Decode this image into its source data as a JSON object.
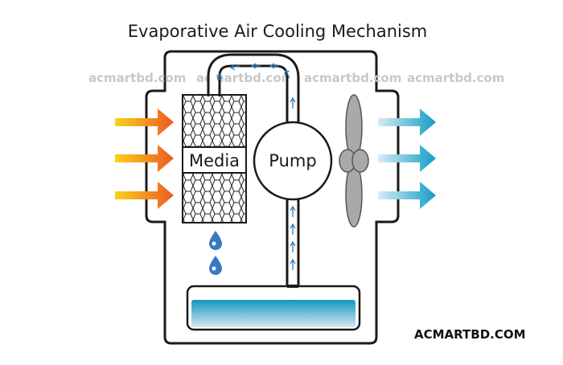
{
  "title": "Evaporative Air Cooling Mechanism",
  "watermarks": [
    "acmartbd.com",
    "acmartbd.com",
    "acmartbd.com",
    "acmartbd.com"
  ],
  "labels": {
    "media": "Media",
    "pump": "Pump"
  },
  "brand": "ACMARTBD.COM",
  "colors": {
    "hot_arrow": "#f07a1f",
    "hot_arrow_start": "#f9c21a",
    "cool_arrow": "#1aa3c8",
    "water": "#1595bf",
    "flow_arrow": "#2f7fc0",
    "fan": "#a9a9a9",
    "drop": "#3a78c2"
  }
}
